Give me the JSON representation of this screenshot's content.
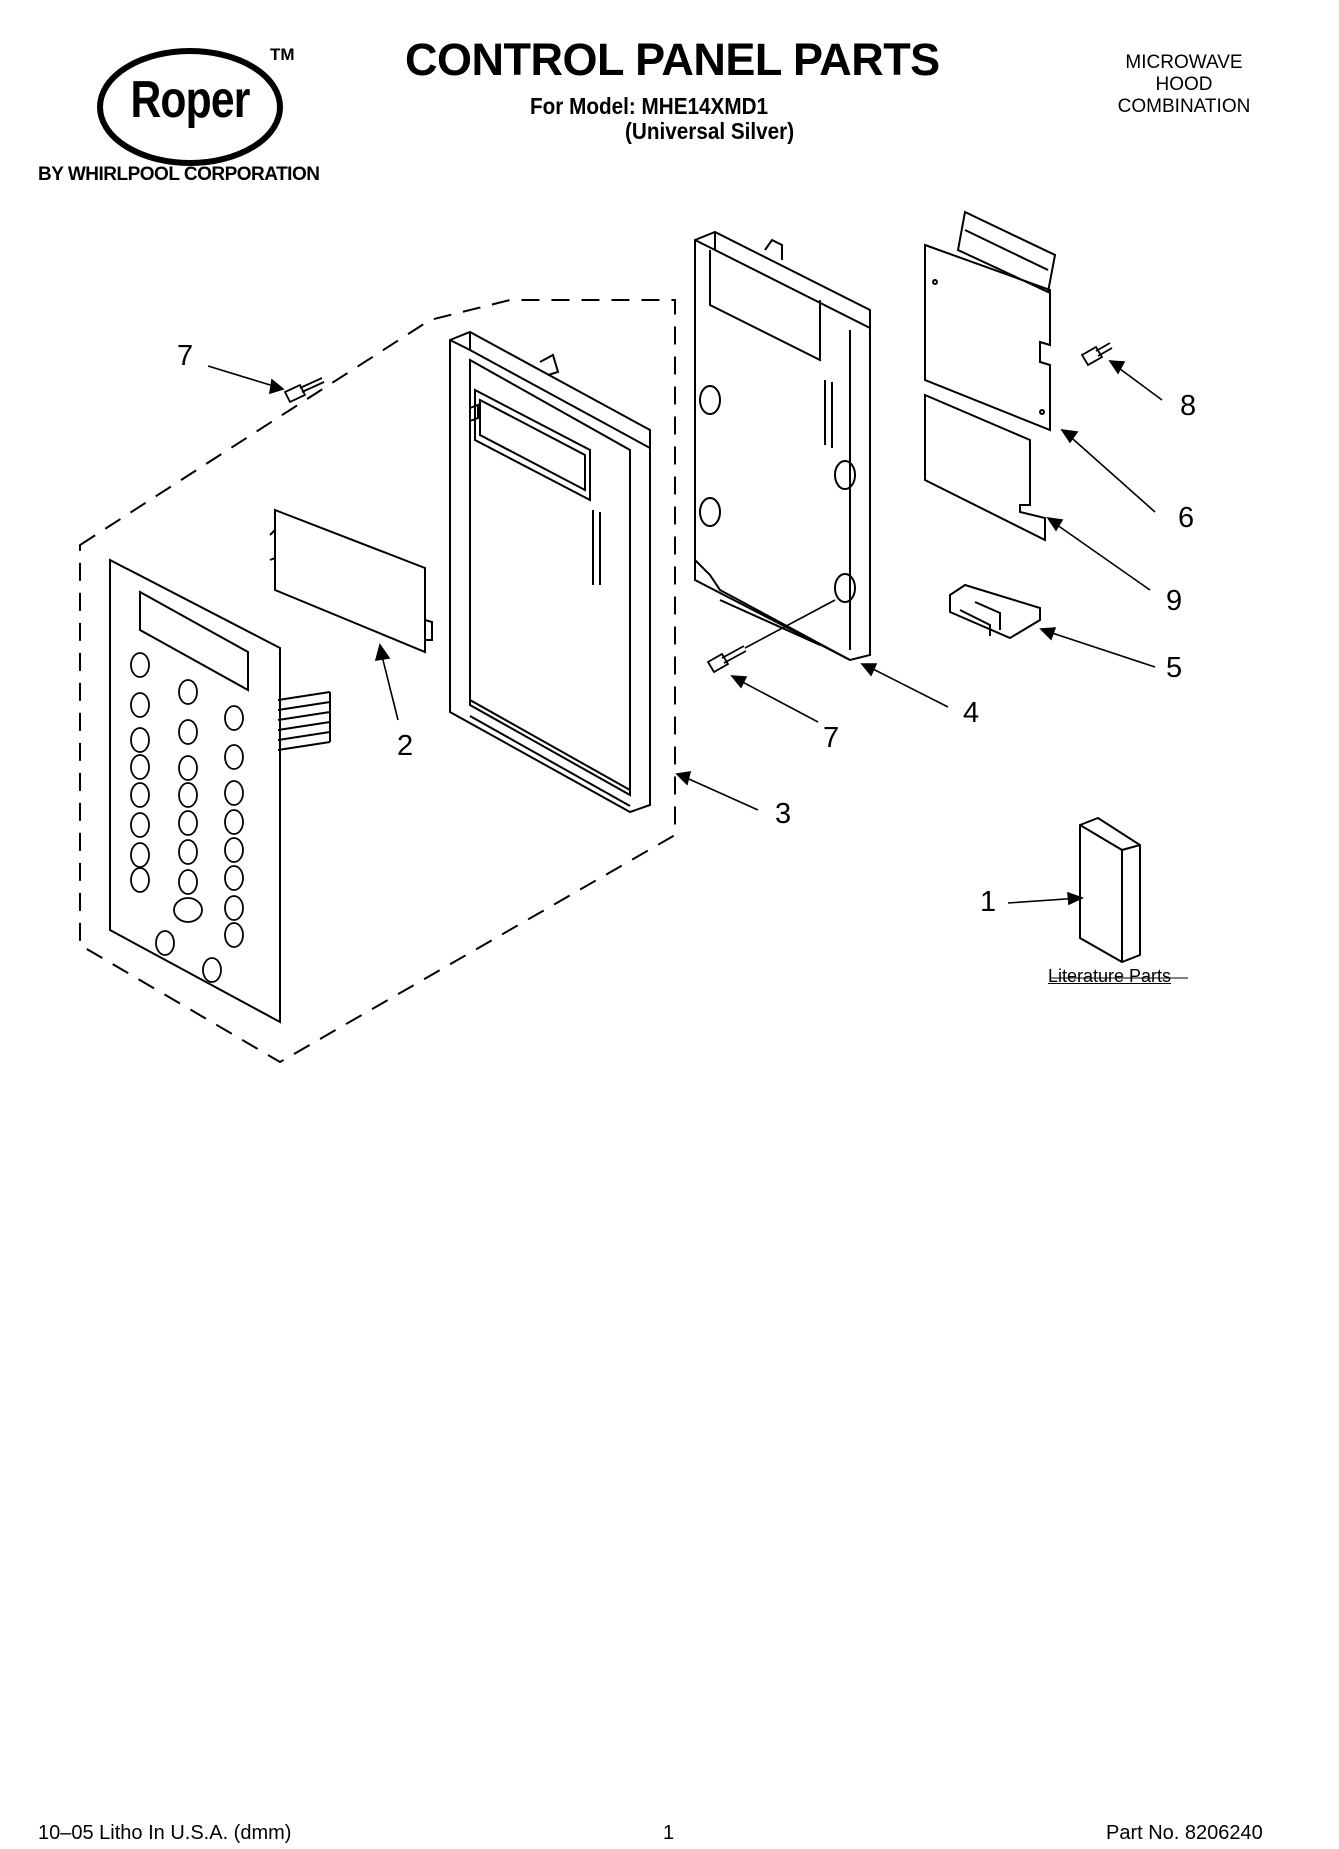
{
  "header": {
    "brand": "Roper",
    "trademark": "TM",
    "byline": "BY WHIRLPOOL CORPORATION",
    "title": "CONTROL PANEL PARTS",
    "model_line": "For Model: MHE14XMD1",
    "variant_line": "(Universal Silver)",
    "product_type": [
      "MICROWAVE",
      "HOOD",
      "COMBINATION"
    ]
  },
  "callouts": [
    "7",
    "2",
    "3",
    "4",
    "7",
    "8",
    "6",
    "9",
    "5",
    "1"
  ],
  "literature_label": "Literature Parts",
  "footer": {
    "print_info": "10–05 Litho In U.S.A. (dmm)",
    "page": "1",
    "part_no": "Part No. 8206240"
  }
}
